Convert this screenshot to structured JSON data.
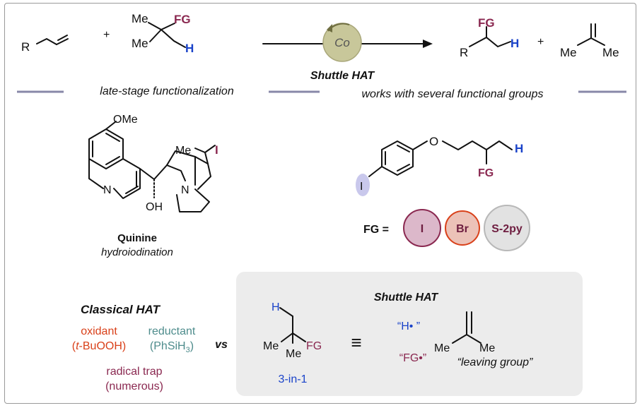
{
  "colors": {
    "maroon": "#8a2850",
    "blue": "#1a43c9",
    "orange_red": "#d9411a",
    "teal": "#4e8c8c",
    "gray_line": "#8888a8",
    "box_fill": "#ececec",
    "co_circle": "#c8c79a",
    "iodine_fill": "#dcb8ca",
    "bromine_fill": "#ecc2b8",
    "s2py_fill": "#e2e2e2",
    "highlight": "#c9c8ec"
  },
  "scheme": {
    "reactant_r": "R",
    "plus_1": "+",
    "me_top": "Me",
    "fg_top": "FG",
    "me_left": "Me",
    "h_top": "H",
    "catalyst": "Co",
    "catalyst_label": "Shuttle HAT",
    "product_fg": "FG",
    "product_r": "R",
    "product_h": "H",
    "plus_2": "+",
    "isobutene_me_left": "Me",
    "isobutene_me_right": "Me"
  },
  "sections": {
    "left_title": "late-stage functionalization",
    "right_title": "works with several functional groups"
  },
  "quinine": {
    "ome": "OMe",
    "n_ring": "N",
    "n_bicyclic": "N",
    "oh": "OH",
    "me": "Me",
    "iodo": "I",
    "name": "Quinine",
    "reaction": "hydroiodination"
  },
  "substrate": {
    "o": "O",
    "i": "I",
    "h": "H",
    "fg": "FG"
  },
  "fg_list": {
    "label": "FG =",
    "items": [
      "I",
      "Br",
      "S-2py"
    ]
  },
  "classical": {
    "title": "Classical HAT",
    "oxidant": "oxidant",
    "oxidant_example_pre": "(",
    "oxidant_example_t": "t",
    "oxidant_example_rest": "-BuOOH)",
    "reductant": "reductant",
    "reductant_example_pre": "(PhSiH",
    "reductant_example_sub": "3",
    "reductant_example_post": ")",
    "trap": "radical trap",
    "trap_example": "(numerous)",
    "vs": "vs"
  },
  "shuttle": {
    "title": "Shuttle HAT",
    "h": "H",
    "me_left": "Me",
    "me_bottom": "Me",
    "fg": "FG",
    "reagent_label": "3-in-1",
    "equiv": "≡",
    "h_radical": "“H• ”",
    "fg_radical": "“FG•”",
    "iso_me_left": "Me",
    "iso_me_right": "Me",
    "leaving": "“leaving group”"
  }
}
